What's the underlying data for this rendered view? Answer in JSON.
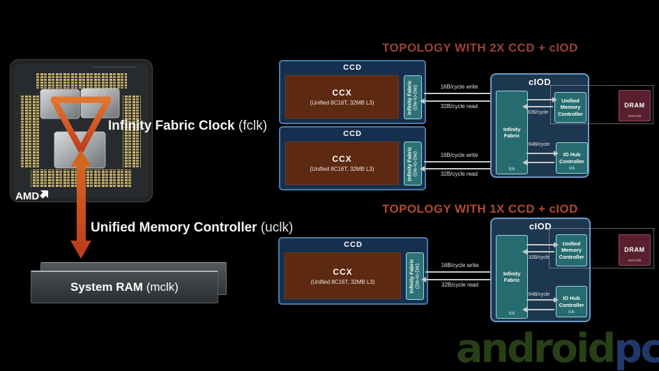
{
  "slide": {
    "left_panel": {
      "cpu_brand": "AMD",
      "infinity_fabric_clock": {
        "label": "Infinity Fabric Clock",
        "unit": "(fclk)"
      },
      "unified_memory_controller": {
        "label": "Unified Memory Controller",
        "unit": "(uclk)"
      },
      "system_ram": {
        "label": "System RAM",
        "unit": "(mclk)"
      }
    },
    "shared": {
      "ccd_label": "CCD",
      "ccx_label": "CCX",
      "ccx_detail": "(Unified 8C16T, 32MB L3)",
      "fabric_strip_label": "Infinity Fabric",
      "fabric_strip_detail": "(Die-to-Die)",
      "ciod_label": "cIOD",
      "infinity_fabric_label": "Infinity Fabric",
      "fclk_label": "fclk",
      "umc_label": "Unified Memory Controller",
      "io_hub_label": "IO Hub Controller",
      "lclk_label": "lclk",
      "dram_label": "DRAM",
      "memclk_label": "memclk",
      "write_bandwidth": "16B/cycle write",
      "read_bandwidth": "32B/cycle read",
      "umc_bandwidth": "32B/cycle",
      "io_bandwidth": "64B/cycle"
    },
    "topologies": [
      {
        "title": "TOPOLOGY WITH 2X CCD + cIOD"
      },
      {
        "title": "TOPOLOGY WITH 1X CCD + cIOD"
      }
    ],
    "watermark": {
      "green": "android",
      "blue": "pc"
    },
    "colors": {
      "accent_orange": "#d2591f",
      "topology1_title": "#9a4134",
      "topology2_title": "#b04a31",
      "teal_box": "#266b6f",
      "ccd_blue": "#15304e",
      "ccx_brown": "#5d2911",
      "ciod_navy": "#1e3750",
      "dram_maroon": "#58202f",
      "arrow_gray": "#c6c9cb",
      "watermark_green": "#263f16",
      "watermark_blue": "#20386b"
    }
  }
}
